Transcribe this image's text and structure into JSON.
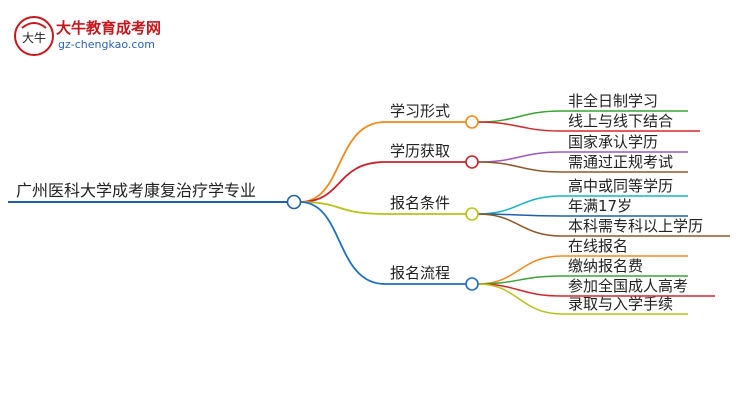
{
  "logo": {
    "title": "大牛教育成考网",
    "url": "gz-chengkao.com",
    "mark_text": "大牛",
    "brand_color": "#c8161d",
    "url_color": "#2a62b8"
  },
  "mindmap": {
    "root": "广州医科大学成考康复治疗学专业",
    "root_color": "#1f5fa8",
    "branches": [
      {
        "label": "学习形式",
        "color": "#f08a1c",
        "children": [
          {
            "label": "非全日制学习",
            "color": "#3aa335"
          },
          {
            "label": "线上与线下结合",
            "color": "#d6262b"
          }
        ]
      },
      {
        "label": "学历获取",
        "color": "#c8232c",
        "children": [
          {
            "label": "国家承认学历",
            "color": "#9b59b6"
          },
          {
            "label": "需通过正规考试",
            "color": "#8b5a2b"
          }
        ]
      },
      {
        "label": "报名条件",
        "color": "#b8c31a",
        "children": [
          {
            "label": "高中或同等学历",
            "color": "#17b3c2"
          },
          {
            "label": "年满17岁",
            "color": "#1f5fa8"
          },
          {
            "label": "本科需专科以上学历",
            "color": "#8b5a2b"
          }
        ]
      },
      {
        "label": "报名流程",
        "color": "#1f6fc2",
        "children": [
          {
            "label": "在线报名",
            "color": "#f08a1c"
          },
          {
            "label": "缴纳报名费",
            "color": "#3aa335"
          },
          {
            "label": "参加全国成人高考",
            "color": "#d6262b"
          },
          {
            "label": "录取与入学手续",
            "color": "#b8c31a"
          }
        ]
      }
    ]
  }
}
